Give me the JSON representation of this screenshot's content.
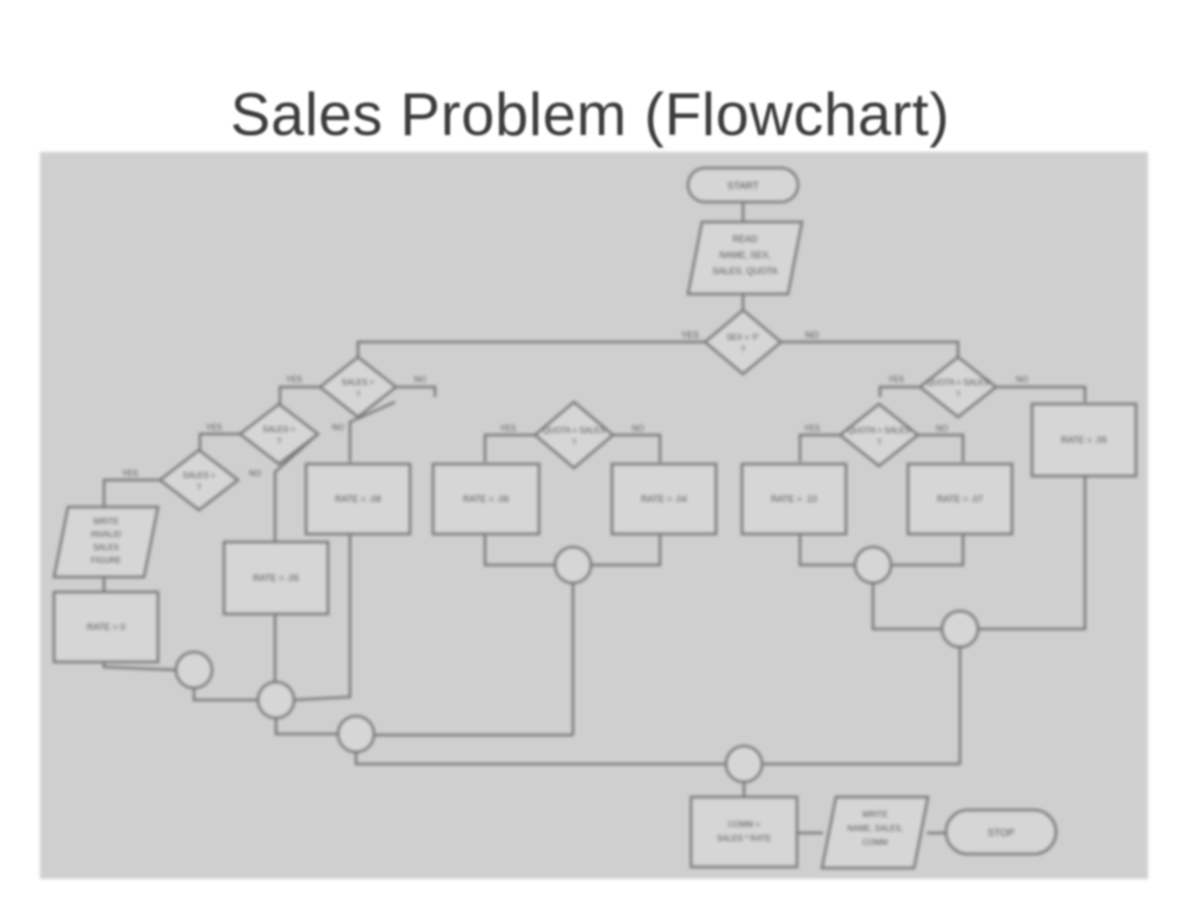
{
  "title": "Sales Problem (Flowchart)",
  "flowchart": {
    "start": "START",
    "end": "STOP",
    "input": [
      "READ",
      "NAME, SEX,",
      "SALES, QUOTA"
    ],
    "decisions": {
      "root": [
        "SEX = 'F'",
        "?"
      ],
      "left_1": [
        "SALES >",
        "?"
      ],
      "left_2": [
        "SALES >",
        "?"
      ],
      "left_3": [
        "SALES >",
        "?"
      ],
      "mid": [
        "QUOTA > SALES",
        "?"
      ],
      "right_1": [
        "QUOTA > SALES",
        "?"
      ],
      "right_2": [
        "QUOTA > SALES",
        "?"
      ]
    },
    "branch_yes": "YES",
    "branch_no": "NO",
    "rates": {
      "left_error": [
        "WRITE",
        "INVALID",
        "SALES",
        "FIGURE"
      ],
      "left_a": "RATE = 0",
      "left_b": "RATE = .05",
      "left_c": "RATE = .08",
      "mid_a": "RATE = .06",
      "mid_b": "RATE = .04",
      "right_a": "RATE = .10",
      "right_b": "RATE = .07",
      "right_c": "RATE = .05"
    },
    "compute": [
      "COMM =",
      "SALES * RATE"
    ],
    "output": [
      "WRITE",
      "NAME, SALES,",
      "COMM"
    ]
  }
}
